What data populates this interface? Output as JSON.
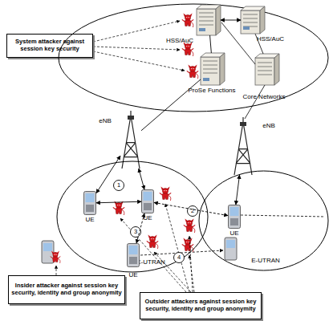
{
  "diagram": {
    "nodes": [
      {
        "text": [
          "System attacker against session key security"
        ]
      },
      {
        "text": [
          "Core Networks"
        ]
      },
      {
        "text": [
          "HSS/AuC"
        ],
        "in": 1
      },
      {
        "text": [
          "HSS/AuC"
        ],
        "in": 1
      },
      {
        "text": [
          "ProSe Functions"
        ],
        "in": 1
      },
      {
        "text": [
          "eNB"
        ]
      },
      {
        "text": [
          "eNB"
        ]
      },
      {
        "text": [
          "E-UTRAN"
        ]
      },
      {
        "text": [
          "E-UTRAN"
        ]
      },
      {
        "text": [
          "UE"
        ],
        "in": 7
      },
      {
        "text": [
          "UE"
        ],
        "in": 7
      },
      {
        "text": [
          "1"
        ],
        "in": 7
      },
      {
        "text": [
          "2"
        ]
      },
      {
        "text": [
          "UE"
        ],
        "in": 8
      },
      {
        "text": [
          "3"
        ],
        "in": 7
      },
      {
        "text": [
          "UE"
        ]
      },
      {
        "text": [
          "4"
        ]
      },
      {
        "text": [
          "Insider attacker against session key security, identity and group anonymity"
        ]
      },
      {
        "text": [
          "Outsider attackers against session key security, identity and group anonymity"
        ]
      }
    ],
    "edges": [
      {
        "from": 2,
        "to": 3,
        "arrow": "both"
      },
      {
        "from": 2,
        "to": 4,
        "arrow": "none"
      },
      {
        "from": 4,
        "to": 5,
        "arrow": "none"
      },
      {
        "from": 9,
        "to": 5,
        "arrow": "both"
      },
      {
        "from": 10,
        "to": 5,
        "arrow": "both"
      },
      {
        "from": 13,
        "to": 6,
        "arrow": "both"
      },
      {
        "from": 9,
        "to": 10,
        "arrow": "both"
      },
      {
        "from": 10,
        "to": 13,
        "arrow": "both"
      },
      {
        "from": 10,
        "to": 15,
        "arrow": "both"
      }
    ]
  }
}
